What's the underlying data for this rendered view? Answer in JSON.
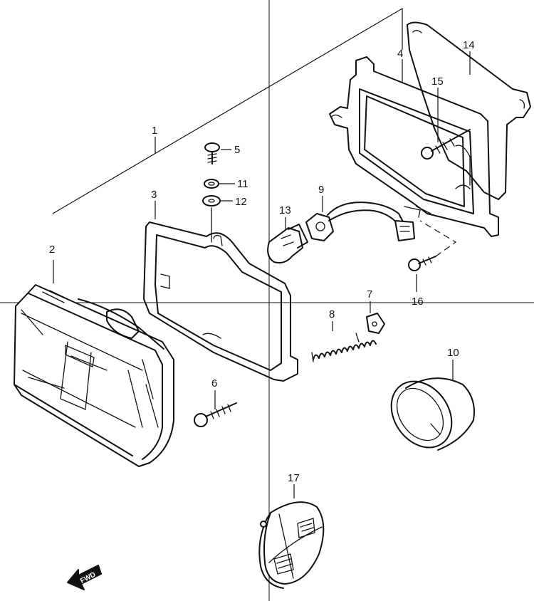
{
  "callouts": {
    "p1": "1",
    "p2": "2",
    "p3": "3",
    "p4": "4",
    "p5": "5",
    "p6": "6",
    "p7": "7",
    "p8": "8",
    "p9": "9",
    "p10": "10",
    "p11": "11",
    "p12": "12",
    "p13": "13",
    "p14": "14",
    "p15": "15",
    "p16": "16",
    "p17": "17"
  },
  "direction_arrow": {
    "label": "FWD",
    "icon": "fwd-arrow-icon"
  },
  "colors": {
    "ink": "#111111",
    "paper": "#ffffff"
  }
}
